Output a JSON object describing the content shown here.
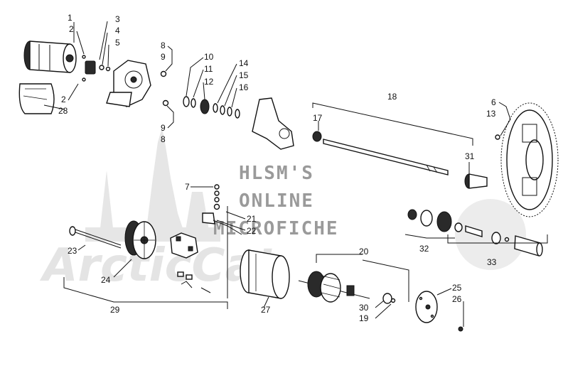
{
  "watermark": {
    "line1": "HLSM'S",
    "line2": "ONLINE",
    "line3": "MICROFICHE",
    "logo_text": "ArcticCat"
  },
  "callouts": [
    {
      "id": "c1",
      "text": "1"
    },
    {
      "id": "c2a",
      "text": "2"
    },
    {
      "id": "c2b",
      "text": "2"
    },
    {
      "id": "c3",
      "text": "3"
    },
    {
      "id": "c4",
      "text": "4"
    },
    {
      "id": "c5",
      "text": "5"
    },
    {
      "id": "c6",
      "text": "6"
    },
    {
      "id": "c7",
      "text": "7"
    },
    {
      "id": "c8a",
      "text": "8"
    },
    {
      "id": "c8b",
      "text": "8"
    },
    {
      "id": "c9a",
      "text": "9"
    },
    {
      "id": "c9b",
      "text": "9"
    },
    {
      "id": "c10",
      "text": "10"
    },
    {
      "id": "c11",
      "text": "11"
    },
    {
      "id": "c12",
      "text": "12"
    },
    {
      "id": "c13",
      "text": "13"
    },
    {
      "id": "c14",
      "text": "14"
    },
    {
      "id": "c15",
      "text": "15"
    },
    {
      "id": "c16",
      "text": "16"
    },
    {
      "id": "c17",
      "text": "17"
    },
    {
      "id": "c18",
      "text": "18"
    },
    {
      "id": "c19",
      "text": "19"
    },
    {
      "id": "c20",
      "text": "20"
    },
    {
      "id": "c21",
      "text": "21"
    },
    {
      "id": "c22",
      "text": "22"
    },
    {
      "id": "c23",
      "text": "23"
    },
    {
      "id": "c24",
      "text": "24"
    },
    {
      "id": "c25",
      "text": "25"
    },
    {
      "id": "c26",
      "text": "26"
    },
    {
      "id": "c27",
      "text": "27"
    },
    {
      "id": "c28",
      "text": "28"
    },
    {
      "id": "c29",
      "text": "29"
    },
    {
      "id": "c30",
      "text": "30"
    },
    {
      "id": "c31",
      "text": "31"
    },
    {
      "id": "c32",
      "text": "32"
    },
    {
      "id": "c33",
      "text": "33"
    }
  ]
}
